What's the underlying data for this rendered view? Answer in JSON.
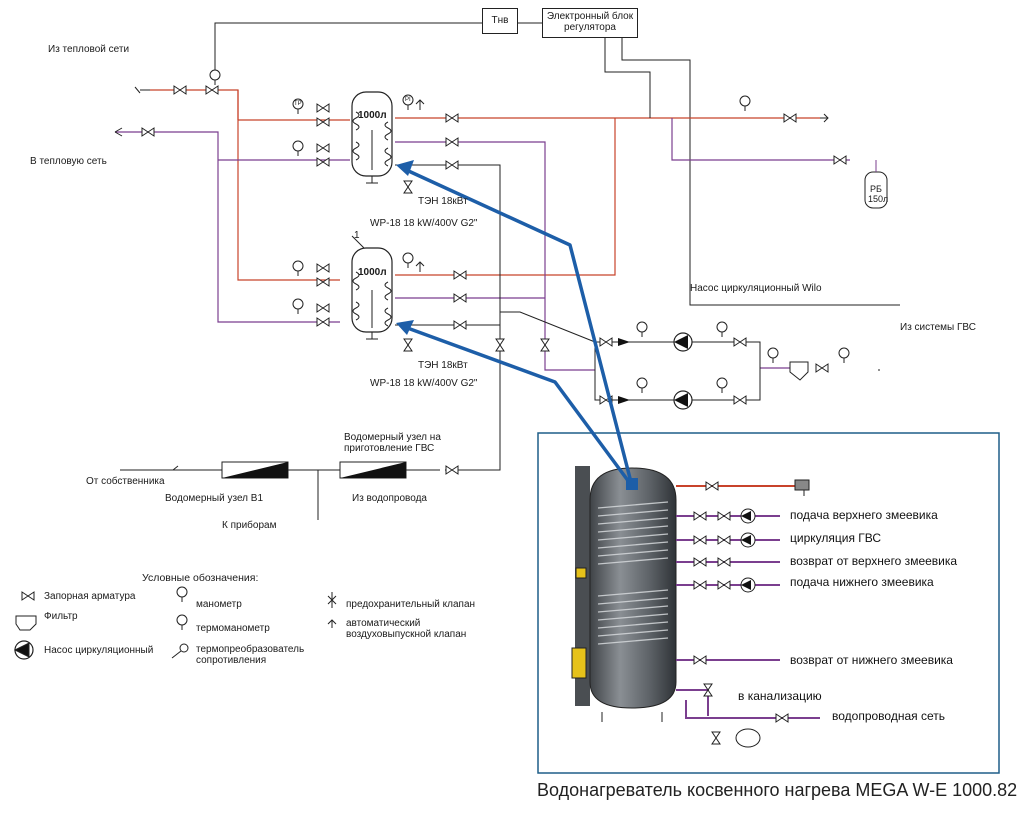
{
  "controller": {
    "tnv_label": "Тнв",
    "block_label": "Электронный блок регулятора"
  },
  "inlets": {
    "from_heat_network": "Из тепловой сети",
    "to_heat_network": "В тепловую сеть",
    "from_dhw_system": "Из системы ГВС"
  },
  "tanks": [
    {
      "volume": "1000л",
      "heater": "ТЭН 18кВт",
      "model": "WP-18 18 kW/400V G2\""
    },
    {
      "volume": "1000л",
      "heater": "ТЭН 18кВт",
      "model": "WP-18 18 kW/400V G2\"",
      "number": "1"
    }
  ],
  "expansion_tank": {
    "line1": "РБ",
    "line2": "150л"
  },
  "pump_label": "Насос циркуляционный Wilo",
  "water_meter": {
    "from_owner": "От собственника",
    "meter_b1": "Водомерный узел В1",
    "to_devices": "К приборам",
    "dhw_meter": "Водомерный узел на приготовление ГВС",
    "from_water_supply": "Из водопровода"
  },
  "legend": {
    "title": "Условные обозначения:",
    "items": {
      "valve": "Запорная арматура",
      "filter": "Фильтр",
      "pump": "Насос циркуляционный",
      "manometer": "манометр",
      "thermomanometer": "термоманометр",
      "rtd": "термопреобразователь сопротивления",
      "safety_valve": "предохранительный клапан",
      "air_vent": "автоматический воздуховыпускной клапан"
    },
    "symbols": {
      "manometer": "PI",
      "thermo": "TP"
    }
  },
  "inset": {
    "labels": {
      "upper_coil_supply": "подача верхнего змеевика",
      "dhw_circulation": "циркуляция ГВС",
      "upper_coil_return": "возврат от верхнего змеевика",
      "lower_coil_supply": "подача нижнего змеевика",
      "lower_coil_return": "возврат от нижнего змеевика",
      "to_sewer": "в канализацию",
      "water_network": "водопроводная сеть"
    },
    "caption": "Водонагреватель косвенного нагрева MEGA W-E 1000.82"
  },
  "colors": {
    "supply": "#c8432b",
    "return": "#7b3f8f",
    "arrow": "#1d5ea8",
    "frame": "#1f5e88",
    "tank_body": "#666b70"
  }
}
